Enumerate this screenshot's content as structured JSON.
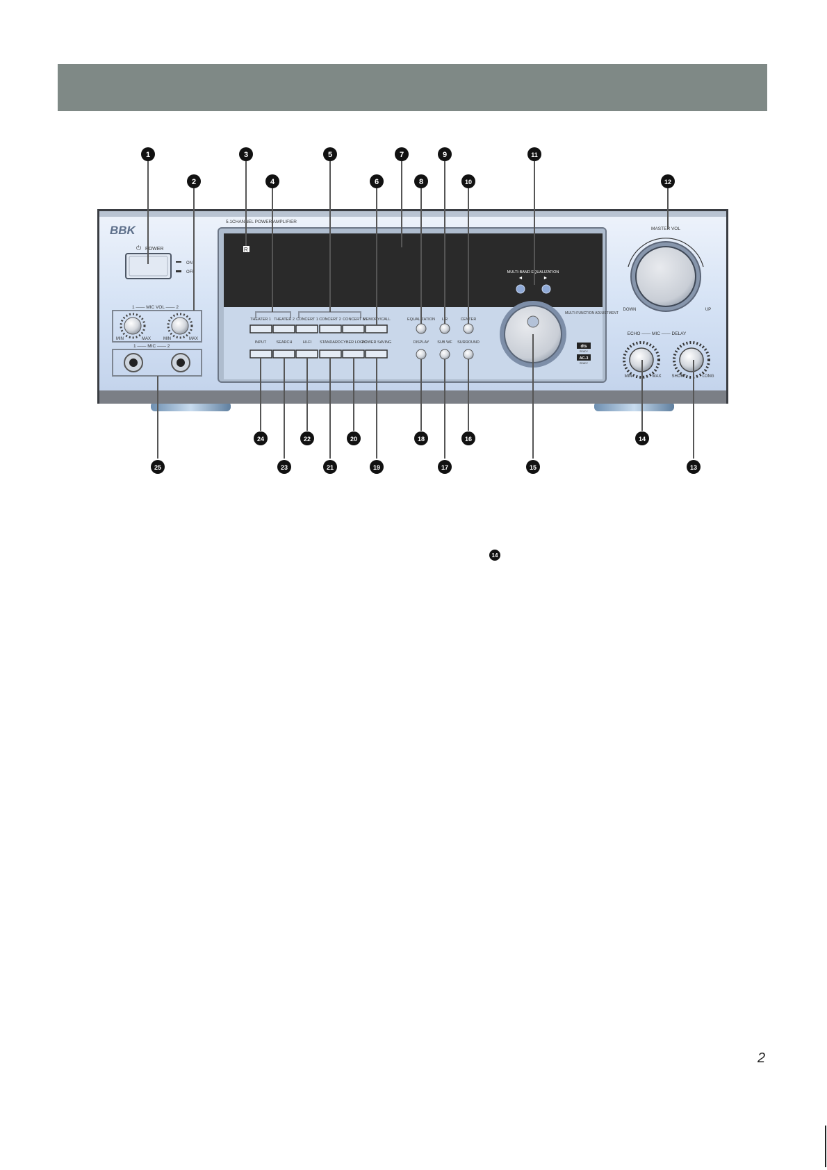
{
  "panel": {
    "brand": "BBK",
    "model_caption": "5.1CHANNEL POWER AMPLIFIER",
    "power_label": "POWER",
    "power_on": "ON",
    "power_off": "OFF",
    "mic_vol_label": "1 —— MIC VOL —— 2",
    "mic_jack_label": "1 —— MIC —— 2",
    "knob_min": "MIN",
    "knob_max": "MAX",
    "remote_sensor": "R",
    "mode_buttons_top": [
      "THEATER 1",
      "THEATER 2",
      "CONCERT 1",
      "CONCERT 2",
      "CONCERT 3",
      "MEMORY/CALL"
    ],
    "mode_buttons_bottom": [
      "INPUT",
      "SEARCH",
      "HI-FI",
      "STANDARD",
      "CYBER LOGIC",
      "POWER SAVING"
    ],
    "round_buttons_top": [
      "EQUALIZATION",
      "L/R",
      "CENTER"
    ],
    "round_buttons_bottom": [
      "DISPLAY",
      "SUB WF",
      "SURROUND"
    ],
    "eq_label": "MULTI-BAND EQUALIZATION",
    "eq_left": "◄",
    "eq_right": "►",
    "multifunction_label": "MULTI-FUNCTION ADJUSTMENT",
    "dts_logo": "dts",
    "dts_sub": "READY",
    "ac3_logo": "AC-3",
    "ac3_sub": "READY",
    "master_vol": "MASTER VOL",
    "vol_down": "DOWN",
    "vol_up": "UP",
    "echo_delay_label": "ECHO —— MIC —— DELAY",
    "echo_min": "MIN",
    "echo_max": "MAX",
    "delay_short": "SHORT",
    "delay_long": "LONG"
  },
  "callouts": [
    "1",
    "2",
    "3",
    "4",
    "5",
    "6",
    "7",
    "8",
    "9",
    "10",
    "11",
    "12",
    "13",
    "14",
    "15",
    "16",
    "17",
    "18",
    "19",
    "20",
    "21",
    "22",
    "23",
    "24",
    "25"
  ],
  "inline_callout": "14",
  "page_number": "2",
  "colors": {
    "header_bar": "#7f8986",
    "panel_face": "#dce8f8",
    "display_window": "#2a2a2a",
    "callout": "#111111"
  }
}
